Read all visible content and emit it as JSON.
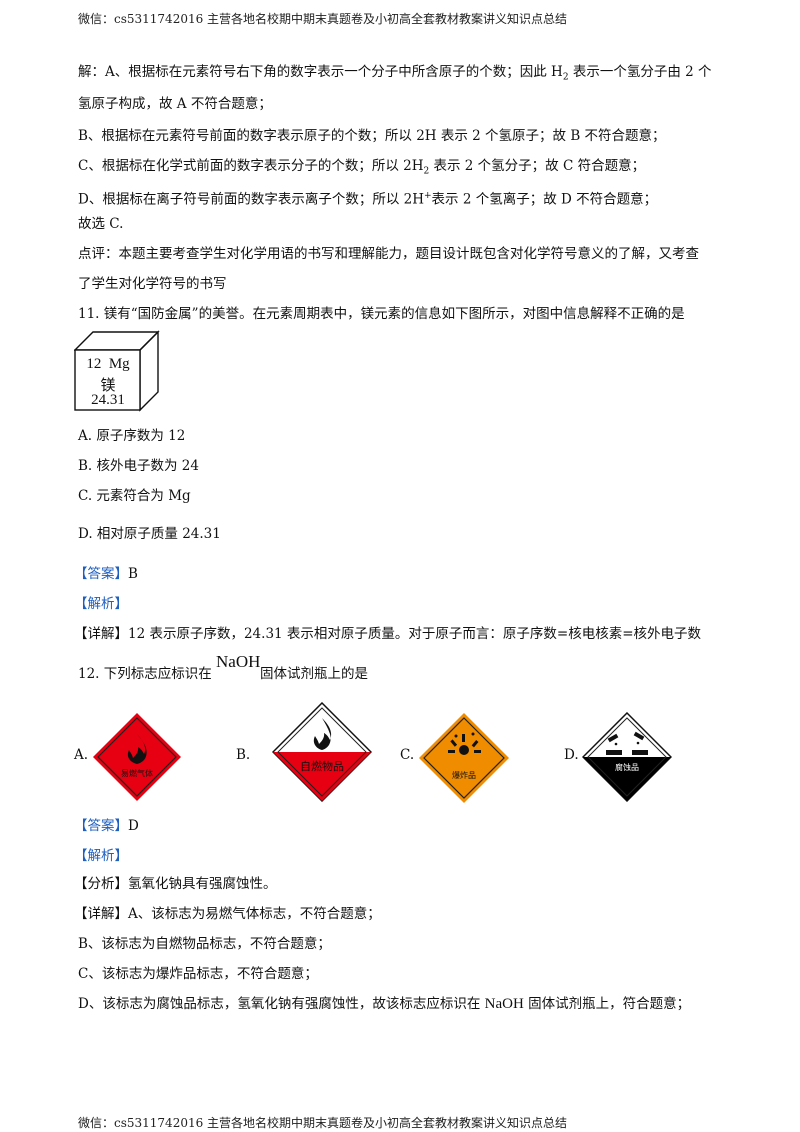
{
  "header": "微信：cs5311742016 主营各地名校期中期末真题卷及小初高全套教材教案讲义知识点总结",
  "footer": "微信：cs5311742016 主营各地名校期中期末真题卷及小初高全套教材教案讲义知识点总结",
  "q10": {
    "line1_a": "解：A、根据标在元素符号右下角的数字表示一个分子中所含原子的个数；因此 H",
    "line1_sub": "2",
    "line1_b": " 表示一个氢分子由 2 个",
    "line2": "氢原子构成，故 A 不符合题意；",
    "line3": "B、根据标在元素符号前面的数字表示原子的个数；所以 2H 表示 2 个氢原子；故 B 不符合题意；",
    "line4_a": "C、根据标在化学式前面的数字表示分子的个数；所以 2H",
    "line4_sub": "2",
    "line4_b": " 表示 2 个氢分子；故 C 符合题意；",
    "line5_a": "D、根据标在离子符号前面的数字表示离子个数；所以 2H",
    "line5_sup": "+",
    "line5_b": "表示 2 个氢离子；故 D 不符合题意；",
    "line6": "故选 C.",
    "comment1": "点评：本题主要考查学生对化学用语的书写和理解能力，题目设计既包含对化学符号意义的了解，又考查",
    "comment2": "了学生对化学符号的书写"
  },
  "q11": {
    "stem": "11. 镁有“国防金属”的美誉。在元素周期表中，镁元素的信息如下图所示，对图中信息解释不正确的是",
    "cube": {
      "number": "12",
      "symbol": "Mg",
      "name": "镁",
      "mass": "24.31"
    },
    "options": [
      "A.  原子序数为 12",
      "B.  核外电子数为  24",
      "C.  元素符合为 Mg",
      "D.  相对原子质量     24.31"
    ],
    "answer_tag": "【答案】",
    "answer": "B",
    "analysis_tag": "【解析】",
    "detail_tag": "【详解】",
    "detail": "12 表示原子序数，24.31 表示相对原子质量。对于原子而言：原子序数=核电核素=核外电子数"
  },
  "q12": {
    "stem_a": "12. 下列标志应标识在",
    "formula": "NaOH",
    "stem_b": "固体试剂瓶上的是",
    "options": [
      {
        "letter": "A.",
        "label": "易燃气体"
      },
      {
        "letter": "B.",
        "label": "自燃物品"
      },
      {
        "letter": "C.",
        "label": "爆炸品"
      },
      {
        "letter": "D.",
        "label": "腐蚀品"
      }
    ],
    "answer_tag": "【答案】",
    "answer": "D",
    "analysis_tag": "【解析】",
    "analyze_tag": "【分析】",
    "analyze": "氢氧化钠具有强腐蚀性。",
    "detail_tag": "【详解】",
    "detail_a": "A、该标志为易燃气体标志，不符合题意；",
    "detail_b": "B、该标志为自燃物品标志，不符合题意；",
    "detail_c": "C、该标志为爆炸品标志，不符合题意；",
    "detail_d1": "D、该标志为腐蚀品标志，氢氧化钠有强腐蚀性，故该标志应标识在",
    "detail_d_formula": "NaOH",
    "detail_d2": "固体试剂瓶上，符合题意；"
  },
  "colors": {
    "accent": "#1f5fbf",
    "red": "#e60012",
    "orange": "#f08c00",
    "black": "#000000"
  }
}
